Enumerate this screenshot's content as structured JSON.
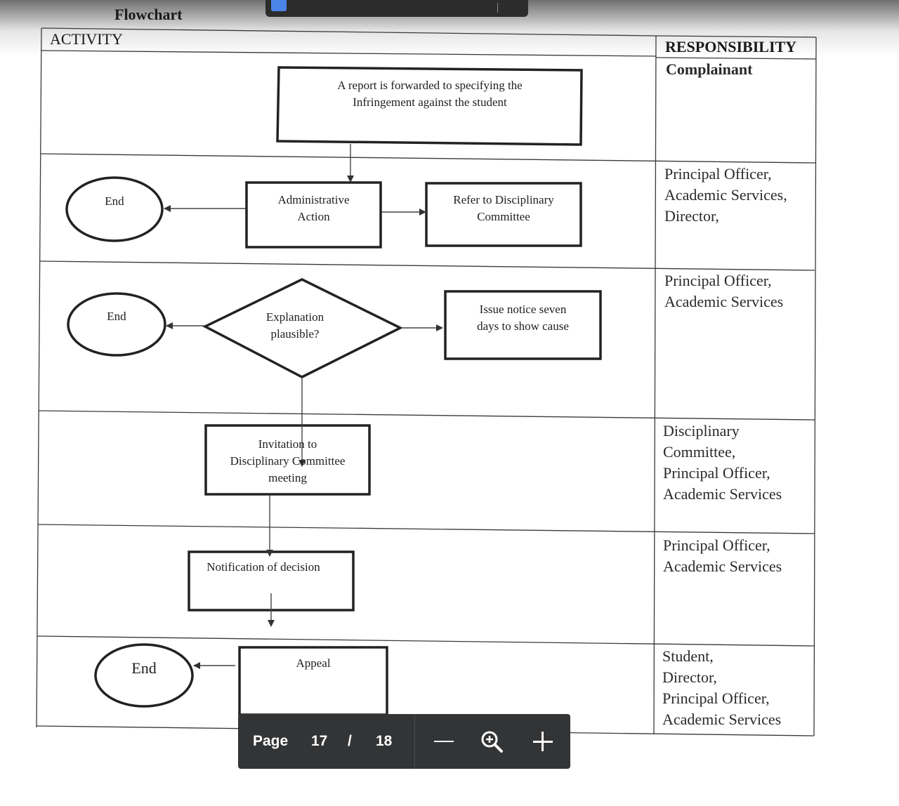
{
  "document": {
    "title": "Flowchart",
    "header_activity": "ACTIVITY",
    "header_responsibility": "RESPONSIBILITY"
  },
  "flowchart": {
    "report": [
      "A report is forwarded to specifying the",
      "Infringement against the student"
    ],
    "admin_action": [
      "Administrative",
      "Action"
    ],
    "refer": [
      "Refer to Disciplinary",
      "Committee"
    ],
    "end_label": "End",
    "decision": [
      "Explanation",
      "plausible?"
    ],
    "issue_notice": [
      "Issue notice seven",
      "days to show cause"
    ],
    "invitation": [
      "Invitation to",
      "Disciplinary Committee",
      "meeting"
    ],
    "notification": "Notification of decision",
    "appeal": "Appeal"
  },
  "responsibilities": [
    [
      "Complainant"
    ],
    [
      "Principal Officer,",
      "Academic Services,",
      "Director,"
    ],
    [
      "Principal Officer,",
      "Academic Services"
    ],
    [
      "Disciplinary",
      "Committee,",
      "Principal Officer,",
      "Academic Services"
    ],
    [
      "Principal Officer,",
      "Academic Services"
    ],
    [
      "Student,",
      "Director,",
      "Principal Officer,",
      "Academic Services"
    ]
  ],
  "toolbar": {
    "page_label": "Page",
    "current_page": "17",
    "separator": "/",
    "total_pages": "18",
    "icons": {
      "zoom_out": "minus-icon",
      "zoom": "zoom-in-icon",
      "zoom_in": "plus-icon"
    }
  }
}
